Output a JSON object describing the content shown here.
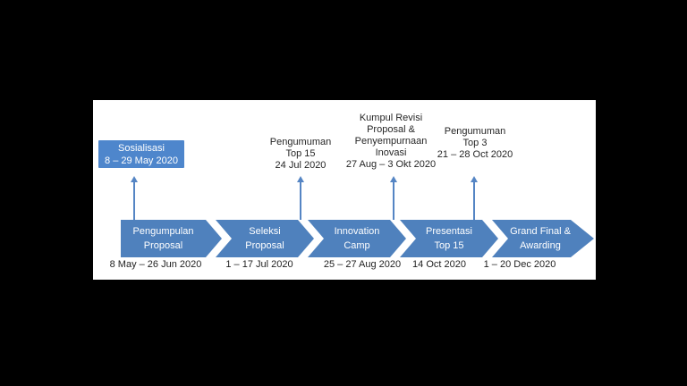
{
  "colors": {
    "background": "#000000",
    "panel": "#ffffff",
    "stage_blue": "#4f81bd",
    "milestone_box_blue": "#4e86cc",
    "arrow_blue": "#5585c4",
    "text_dark": "#262626",
    "text_on_blue": "#ffffff"
  },
  "milestone_box": {
    "line1": "Sosialisasi",
    "line2": "8 – 29 May 2020"
  },
  "annotations": [
    {
      "lines": [
        "Pengumuman",
        "Top 15",
        "24 Jul 2020"
      ]
    },
    {
      "lines": [
        "Kumpul Revisi",
        "Proposal &",
        "Penyempurnaan",
        "Inovasi",
        "27 Aug – 3 Okt 2020"
      ]
    },
    {
      "lines": [
        "Pengumuman",
        "Top 3",
        "21 – 28 Oct 2020"
      ]
    }
  ],
  "stages": [
    {
      "label_line1": "Pengumpulan",
      "label_line2": "Proposal",
      "date": "8 May – 26 Jun 2020"
    },
    {
      "label_line1": "Seleksi",
      "label_line2": "Proposal",
      "date": "1 – 17 Jul 2020"
    },
    {
      "label_line1": "Innovation",
      "label_line2": "Camp",
      "date": "25 – 27 Aug 2020"
    },
    {
      "label_line1": "Presentasi",
      "label_line2": "Top 15",
      "date": "14 Oct 2020"
    },
    {
      "label_line1": "Grand Final &",
      "label_line2": "Awarding",
      "date": "1 – 20 Dec 2020"
    }
  ]
}
